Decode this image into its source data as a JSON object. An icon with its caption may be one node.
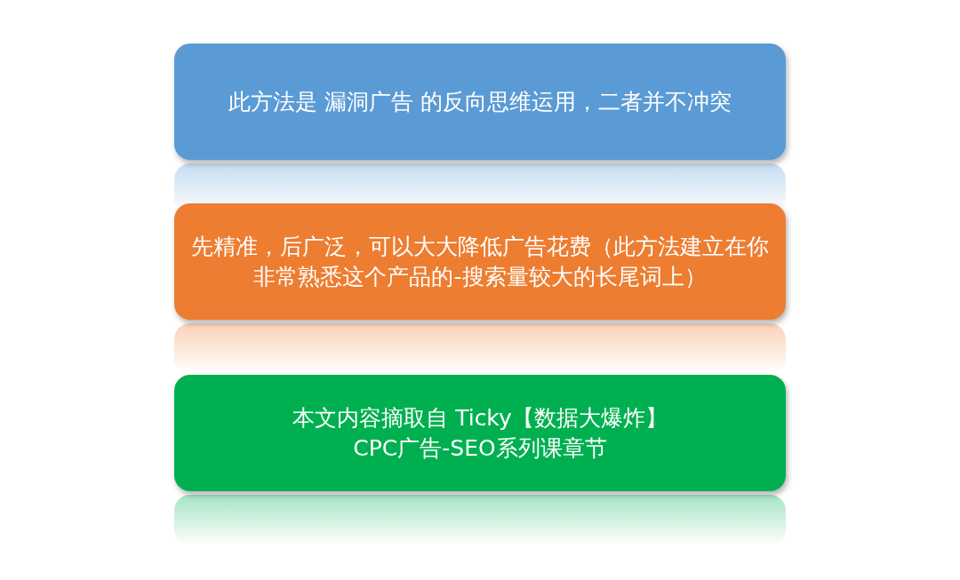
{
  "diagram": {
    "nodes": [
      {
        "text": [
          "此方法是 漏洞广告 的反向思维运用，二者并不冲突"
        ]
      },
      {
        "text": [
          "先精准，后广泛，可以大大降低广告花费（此方法建立在你非常熟悉这个产品的-搜索量较大的长尾词上）"
        ]
      },
      {
        "text": [
          "本文内容摘取自 Ticky【数据大爆炸】 CPC广告-SEO系列课章节"
        ]
      }
    ],
    "edges": []
  }
}
